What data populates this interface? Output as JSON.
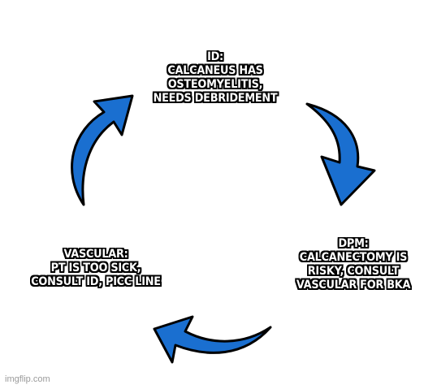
{
  "captions": {
    "top": {
      "line1": "ID:",
      "line2": "CALCANEUS HAS",
      "line3": "OSTEOMYELITIS,",
      "line4": "NEEDS DEBRIDEMENT"
    },
    "right": {
      "line1": "DPM:",
      "line2": "CALCANECTOMY IS",
      "line3": "RISKY, CONSULT",
      "line4": "VASCULAR FOR BKA"
    },
    "left": {
      "line1": "VASCULAR:",
      "line2": "PT IS TOO SICK,",
      "line3": "CONSULT ID, PICC LINE"
    }
  },
  "watermark": "imgflip.com",
  "colors": {
    "arrow_fill": "#1a6fd0",
    "arrow_outline": "#000000",
    "text": "#ffffff",
    "text_outline": "#000000"
  },
  "icons": [
    "curved-arrow-icon"
  ]
}
